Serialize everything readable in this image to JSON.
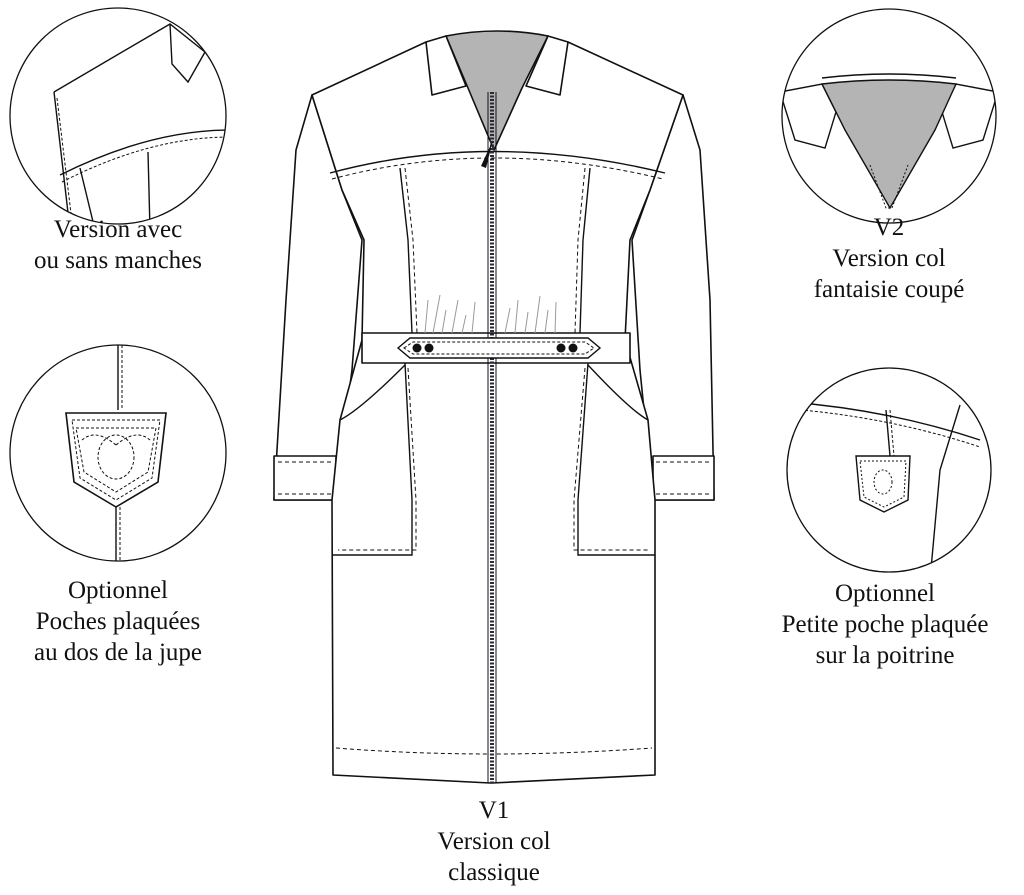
{
  "labels": {
    "sleeves": {
      "line1": "Version avec",
      "line2": "ou sans manches"
    },
    "v2": {
      "tag": "V2",
      "line1": "Version col",
      "line2": "fantaisie coupé"
    },
    "back_pockets": {
      "line1": "Optionnel",
      "line2": "Poches plaquées",
      "line3": "au dos de la jupe"
    },
    "chest_pocket": {
      "line1": "Optionnel",
      "line2": "Petite poche plaquée",
      "line3": "sur la poitrine"
    },
    "v1": {
      "tag": "V1",
      "line1": "Version col",
      "line2": "classique"
    }
  },
  "colors": {
    "ink": "#111111",
    "fill": "#ffffff",
    "lining": "#b4b4b4",
    "zipper": "#2a2a3c"
  }
}
